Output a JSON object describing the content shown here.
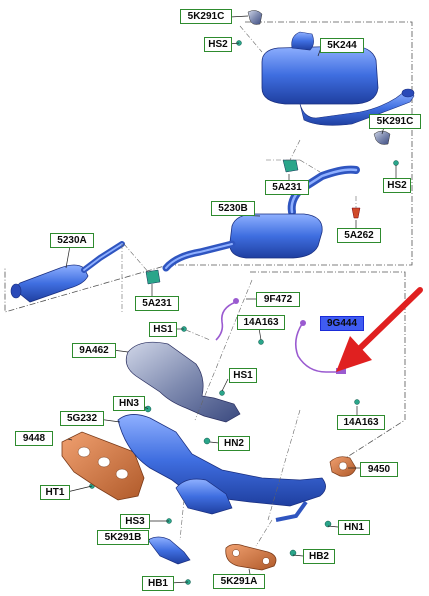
{
  "labels": {
    "l_5k291c_top": "5K291C",
    "l_hs2_top": "HS2",
    "l_5k244": "5K244",
    "l_5k291c_right": "5K291C",
    "l_hs2_right": "HS2",
    "l_5a231_mid": "5A231",
    "l_5230b": "5230B",
    "l_5a262": "5A262",
    "l_5230a": "5230A",
    "l_5a231_low": "5A231",
    "l_9f472": "9F472",
    "l_hs1_a": "HS1",
    "l_14a163_a": "14A163",
    "l_9g444": "9G444",
    "l_9a462": "9A462",
    "l_hs1_b": "HS1",
    "l_hn3": "HN3",
    "l_14a163_b": "14A163",
    "l_5g232": "5G232",
    "l_9448": "9448",
    "l_hn2": "HN2",
    "l_9450": "9450",
    "l_ht1": "HT1",
    "l_hs3": "HS3",
    "l_hn1": "HN1",
    "l_5k291b": "5K291B",
    "l_hb2": "HB2",
    "l_hb1": "HB1",
    "l_5k291a": "5K291A"
  },
  "colors": {
    "label_border": "#2e8b2e",
    "highlight_fill": "#3f5cf2",
    "part_blue": "#3f6ee0",
    "gasket_orange": "#c87a4a",
    "arrow_red": "#e02020",
    "sensor_purple": "#9a5ad0"
  }
}
